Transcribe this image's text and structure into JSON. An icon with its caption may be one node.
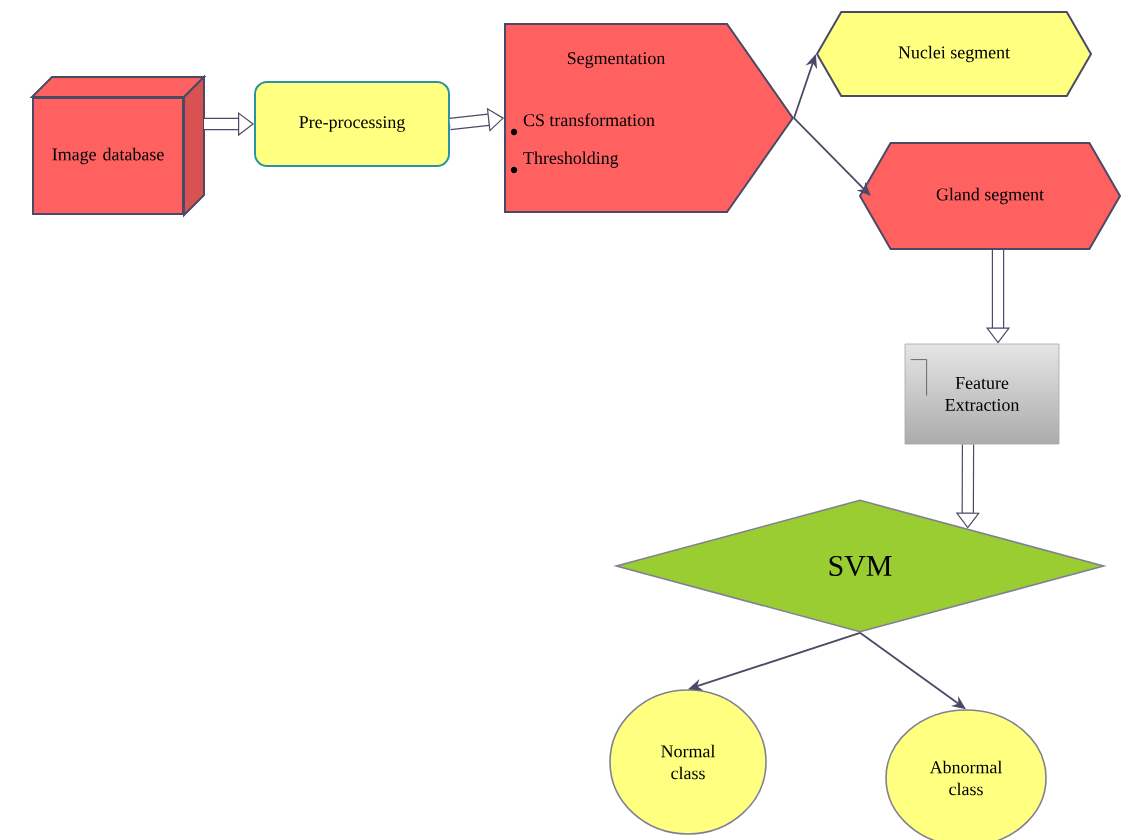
{
  "diagram": {
    "nodes": [
      {
        "text": [
          "Image database"
        ]
      },
      {
        "text": [
          "Pre-processing"
        ]
      },
      {
        "text": [
          "Segmentation",
          "CS transformation",
          "Thresholding"
        ]
      },
      {
        "text": [
          "Nuclei segment"
        ]
      },
      {
        "text": [
          "Gland segment"
        ]
      },
      {
        "text": [
          "Feature Extraction"
        ]
      },
      {
        "text": [
          "SVM"
        ]
      },
      {
        "text": [
          "Normal class"
        ]
      },
      {
        "text": [
          "Abnormal class"
        ]
      }
    ],
    "edges": [
      {
        "from": 0,
        "to": 1,
        "arrow": "to",
        "style": "thick"
      },
      {
        "from": 1,
        "to": 2,
        "arrow": "to",
        "style": "thick"
      },
      {
        "from": 2,
        "to": 3,
        "arrow": "to"
      },
      {
        "from": 2,
        "to": 4,
        "arrow": "to"
      },
      {
        "from": 4,
        "to": 5,
        "arrow": "to",
        "style": "thick"
      },
      {
        "from": 5,
        "to": 6,
        "arrow": "to",
        "style": "thick"
      },
      {
        "from": 6,
        "to": 7,
        "arrow": "to"
      },
      {
        "from": 6,
        "to": 8,
        "arrow": "to"
      }
    ]
  }
}
